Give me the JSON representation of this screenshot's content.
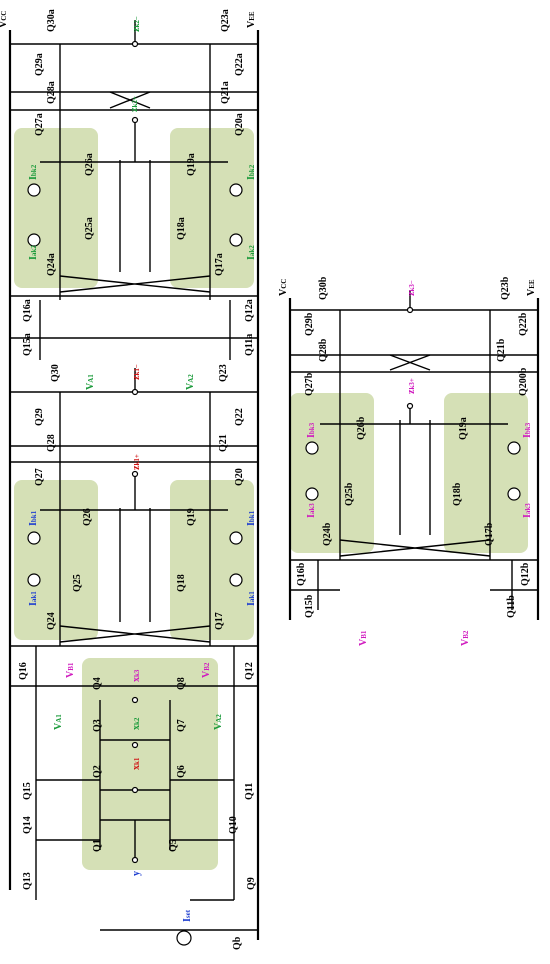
{
  "rails": {
    "vcc": "V",
    "vcc_sub": "CC",
    "vee": "V",
    "vee_sub": "EE"
  },
  "nodes": {
    "zk2m": "z",
    "zk2m_sub": "k2−",
    "zk2p": "z",
    "zk2p_sub": "k2+",
    "zk1m": "z",
    "zk1m_sub": "k1−",
    "zk1p": "z",
    "zk1p_sub": "k1+",
    "zk3m": "z",
    "zk3m_sub": "k3−",
    "zk3p": "z",
    "zk3p_sub": "k3+",
    "xk1": "x",
    "xk1_sub": "k1",
    "xk2": "x",
    "xk2_sub": "k2",
    "xk3": "x",
    "xk3_sub": "k3",
    "y": "y"
  },
  "outputs": {
    "va1": "V",
    "va1_sub": "A1",
    "va2": "V",
    "va2_sub": "A2",
    "vb1": "V",
    "vb1_sub": "B1",
    "vb2": "V",
    "vb2_sub": "B2",
    "iset": "I",
    "iset_sub": "set"
  },
  "sources": {
    "ibk2": "I",
    "ibk2_sub": "bk2",
    "iak2": "I",
    "iak2_sub": "ak2",
    "ibk1": "I",
    "ibk1_sub": "bk1",
    "iak1": "I",
    "iak1_sub": "ak1",
    "ibk3": "I",
    "ibk3_sub": "bk3",
    "iak3": "I",
    "iak3_sub": "ak3"
  },
  "transistors": {
    "q30a": "Q30a",
    "q23a": "Q23a",
    "q29a": "Q29a",
    "q22a": "Q22a",
    "q28a": "Q28a",
    "q21a": "Q21a",
    "q27a": "Q27a",
    "q20a": "Q20a",
    "q26a": "Q26a",
    "q19a": "Q19a",
    "q25a": "Q25a",
    "q18a": "Q18a",
    "q24a": "Q24a",
    "q17a": "Q17a",
    "q16a": "Q16a",
    "q12a": "Q12a",
    "q15a": "Q15a",
    "q11a": "Q11a",
    "q30": "Q30",
    "q23": "Q23",
    "q29": "Q29",
    "q22": "Q22",
    "q28": "Q28",
    "q21": "Q21",
    "q27": "Q27",
    "q20": "Q20",
    "q26": "Q26",
    "q19": "Q19",
    "q25": "Q25",
    "q18": "Q18",
    "q24": "Q24",
    "q17": "Q17",
    "q16": "Q16",
    "q12": "Q12",
    "q15": "Q15",
    "q11": "Q11",
    "q14": "Q14",
    "q10": "Q10",
    "q13": "Q13",
    "q9": "Q9",
    "qb": "Qb",
    "q1": "Q1",
    "q2": "Q2",
    "q3": "Q3",
    "q4": "Q4",
    "q5": "Q5",
    "q6": "Q6",
    "q7": "Q7",
    "q8": "Q8",
    "q30b": "Q30b",
    "q23b": "Q23b",
    "q29b": "Q29b",
    "q22b": "Q22b",
    "q28b": "Q28b",
    "q21b": "Q21b",
    "q27b": "Q27b",
    "q200b": "Q200b",
    "q26b": "Q26b",
    "q19a_r": "Q19a",
    "q25b": "Q25b",
    "q18b": "Q18b",
    "q24b": "Q24b",
    "q17b": "Q17b",
    "q16b": "Q16b",
    "q12b": "Q12b",
    "q15b": "Q15b",
    "q11b": "Q11b"
  }
}
